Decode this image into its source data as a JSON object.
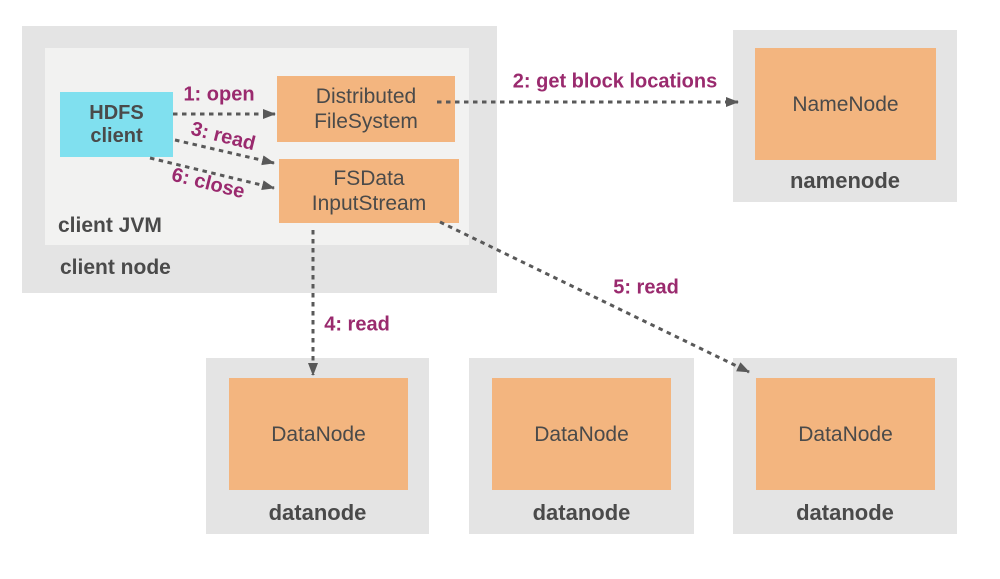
{
  "colors": {
    "background": "#ffffff",
    "node_box_fill": "#e4e4e4",
    "jvm_box_fill": "#f2f2f1",
    "process_fill": "#f3b57f",
    "client_fill": "#80e0ef",
    "text_dark": "#4a4a4a",
    "arrow_gray": "#595959",
    "step_label_purple": "#9a2a6e"
  },
  "client_node": {
    "label": "client node",
    "jvm": {
      "label": "client JVM",
      "hdfs_client": {
        "line1": "HDFS",
        "line2": "client"
      },
      "distributed_filesystem": {
        "line1": "Distributed",
        "line2": "FileSystem"
      },
      "fsdata_inputstream": {
        "line1": "FSData",
        "line2": "InputStream"
      }
    }
  },
  "namenode": {
    "box_label": "NameNode",
    "container_label": "namenode"
  },
  "datanodes": [
    {
      "box_label": "DataNode",
      "container_label": "datanode"
    },
    {
      "box_label": "DataNode",
      "container_label": "datanode"
    },
    {
      "box_label": "DataNode",
      "container_label": "datanode"
    }
  ],
  "steps": [
    {
      "label": "1: open"
    },
    {
      "label": "2: get block locations"
    },
    {
      "label": "3: read"
    },
    {
      "label": "4: read"
    },
    {
      "label": "5: read"
    },
    {
      "label": "6: close"
    }
  ]
}
